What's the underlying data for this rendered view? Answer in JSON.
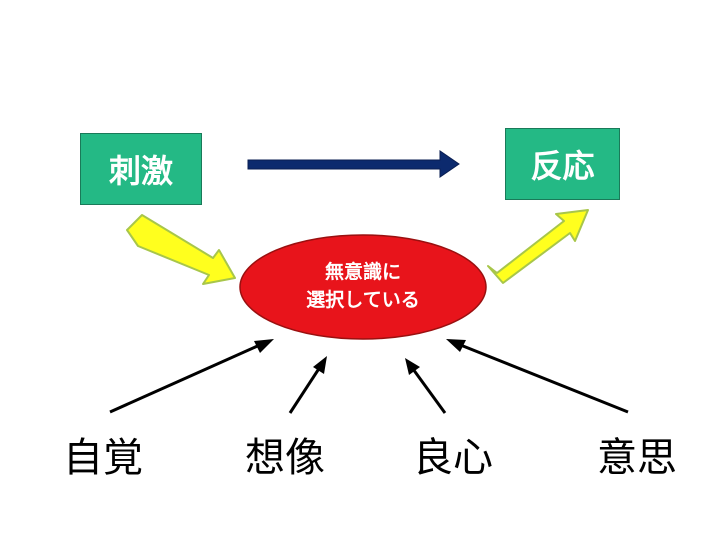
{
  "boxes": {
    "stimulus": "刺激",
    "response": "反応"
  },
  "center": {
    "line1": "無意識に",
    "line2": "選択している"
  },
  "factors": [
    "自覚",
    "想像",
    "良心",
    "意思"
  ],
  "colors": {
    "box_fill": "#24b985",
    "ellipse_fill": "#e8141b",
    "block_arrow_fill": "#ffff1e",
    "block_arrow_stroke": "#a8c64a",
    "main_arrow_fill": "#0c2a6e",
    "thin_arrow": "#000000"
  }
}
